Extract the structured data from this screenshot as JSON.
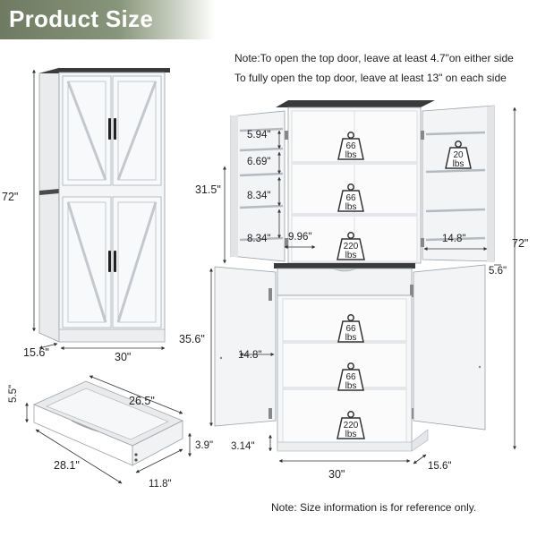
{
  "banner": {
    "title": "Product Size"
  },
  "notes": {
    "top_door_either": "Note:To open the top door, leave at least 4.7\"on either side",
    "top_door_each": "To fully open the top door, leave at least 13\" on each side",
    "reference": "Note: Size information is for reference only."
  },
  "dimensions": {
    "cabinet_height": "72\"",
    "cabinet_depth": "15.6\"",
    "cabinet_width": "30\"",
    "drawer_width": "26.5\"",
    "drawer_height": "5.5\"",
    "drawer_depth": "28.1\"",
    "drawer_inner_height": "3.9\"",
    "drawer_front": "11.8\"",
    "shelf_5_94": "5.94\"",
    "shelf_6_69": "6.69\"",
    "shelf_8_34a": "8.34\"",
    "shelf_8_34b": "8.34\"",
    "upper_height": "31.5\"",
    "door_rack_depth": "9.96\"",
    "upper_inner_width": "14.8\"",
    "right_height": "72\"",
    "lower_depth_right": "5.6\"",
    "lower_height": "35.6\"",
    "lower_inner_width": "14.8\"",
    "leg_height": "3.14\"",
    "lower_width": "30\"",
    "lower_depth": "15.6\""
  },
  "weights": {
    "upper_shelf_1": {
      "value": "66",
      "unit": "lbs"
    },
    "upper_shelf_2": {
      "value": "66",
      "unit": "lbs"
    },
    "upper_bottom": {
      "value": "220",
      "unit": "lbs"
    },
    "door_rack": {
      "value": "20",
      "unit": "lbs"
    },
    "lower_shelf_1": {
      "value": "66",
      "unit": "lbs"
    },
    "lower_shelf_2": {
      "value": "66",
      "unit": "lbs"
    },
    "lower_bottom": {
      "value": "220",
      "unit": "lbs"
    }
  }
}
